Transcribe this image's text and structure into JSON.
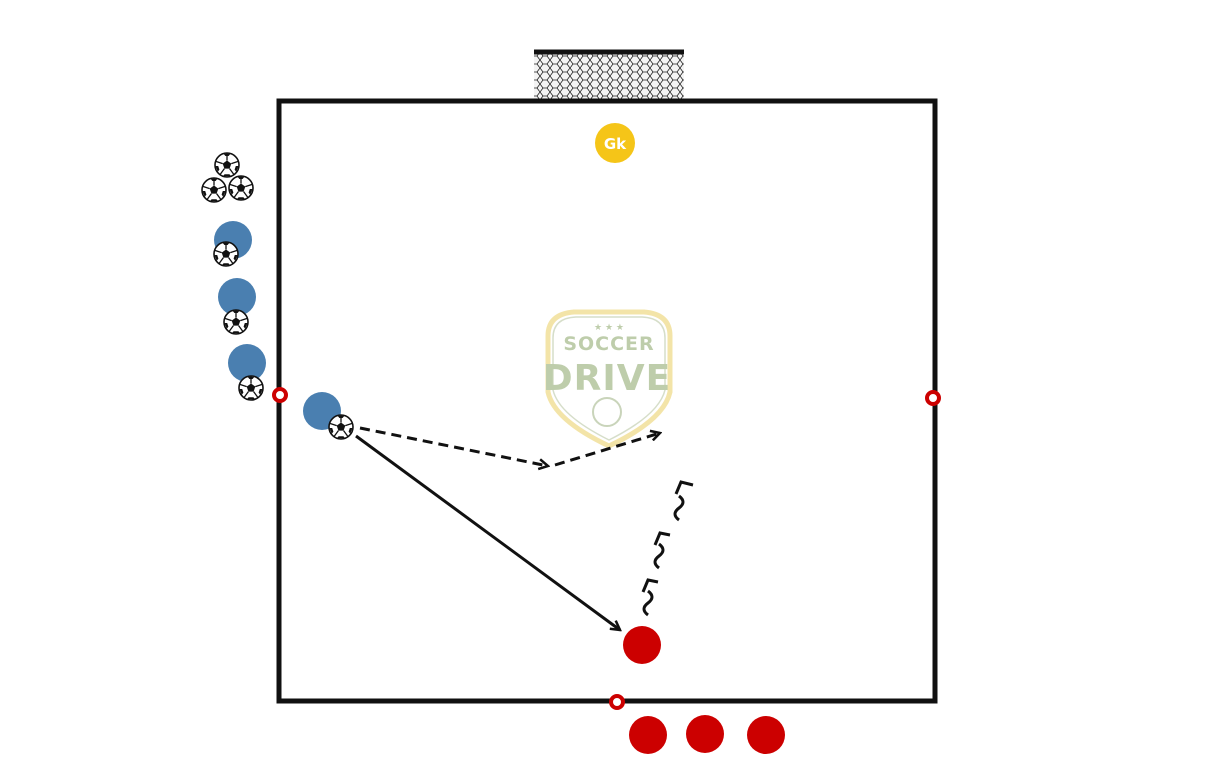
{
  "goalkeeper": {
    "label": "Gk",
    "color": "#f5c518"
  },
  "watermark": {
    "line1": "SOCCER",
    "line2": "DRIVE",
    "stars": "★ ★ ★",
    "color": "#a9bd8f",
    "border_color": "#f0dc8c"
  },
  "colors": {
    "field_line": "#111111",
    "team_blue": "#4a7fb0",
    "team_red": "#cc0000",
    "cone": "#cc0000",
    "arrow": "#111111"
  },
  "legend_icons": {
    "blue_player": "blue-player-icon",
    "red_player": "red-player-icon",
    "ball": "soccer-ball-icon",
    "cone": "cone-icon",
    "goal": "goal-icon"
  }
}
